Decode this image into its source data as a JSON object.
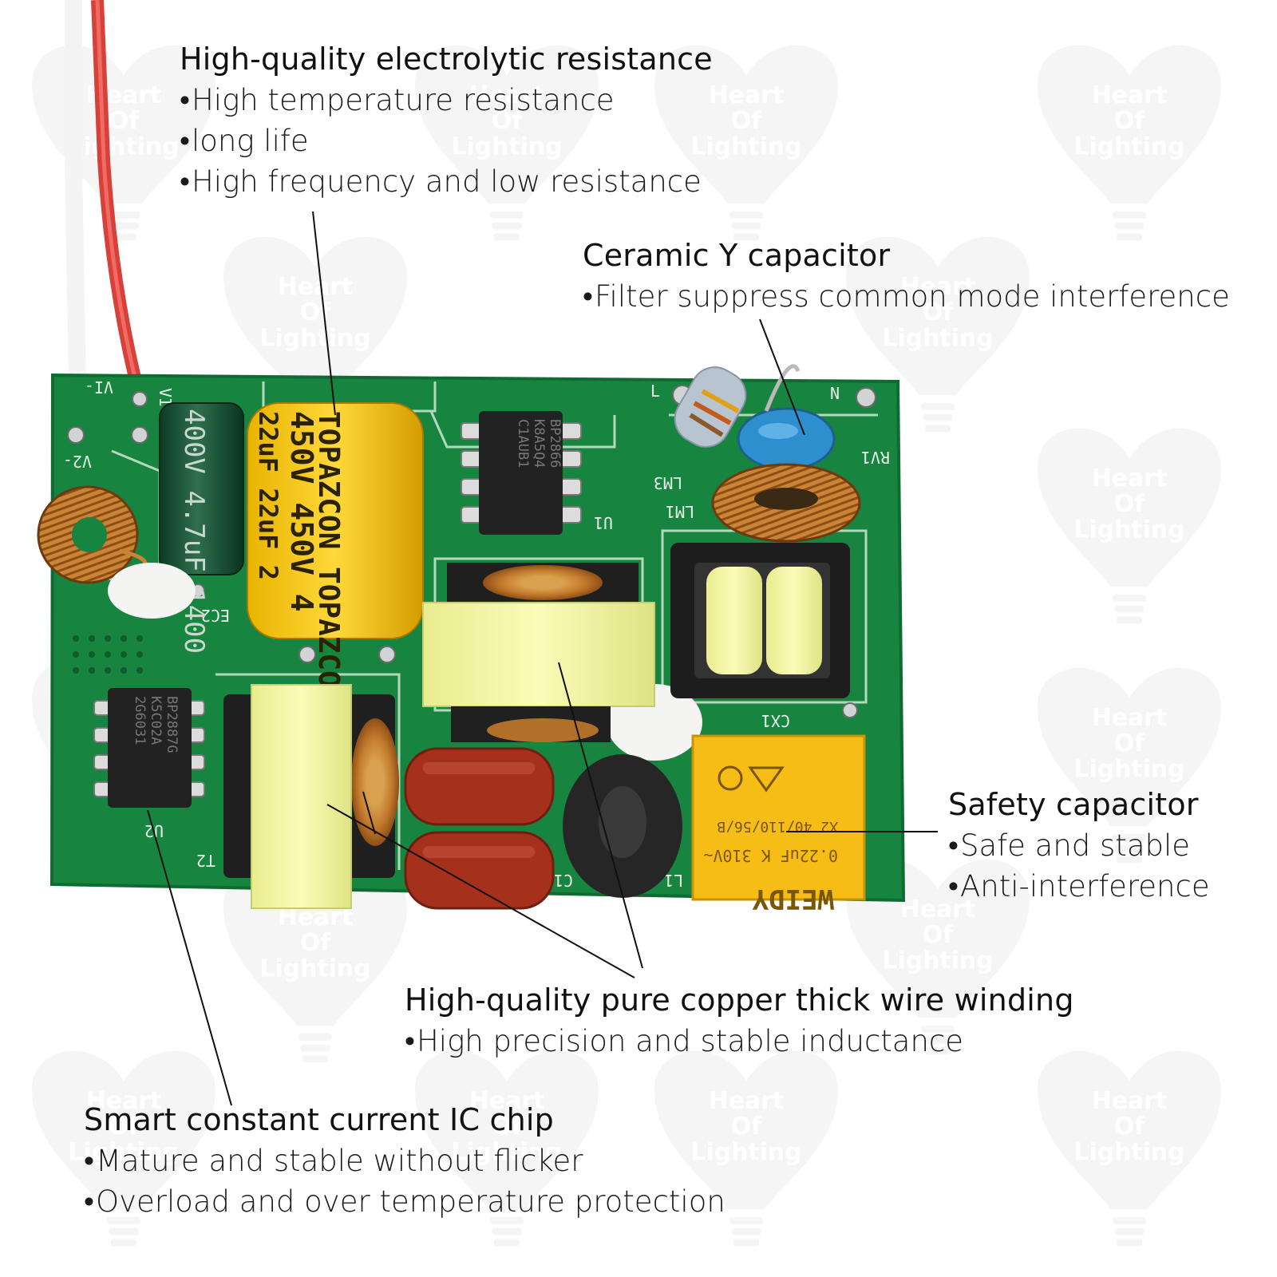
{
  "watermark": {
    "lines": [
      "Heart",
      "Of",
      "Lighting"
    ]
  },
  "callouts": {
    "electrolytic": {
      "title": "High-quality electrolytic resistance",
      "bullets": [
        "High temperature resistance",
        "long life",
        "High frequency and low resistance"
      ]
    },
    "ceramic_y": {
      "title": "Ceramic Y capacitor",
      "bullets": [
        "Filter suppress common mode interference"
      ]
    },
    "safety": {
      "title": "Safety capacitor",
      "bullets": [
        "Safe and stable",
        "Anti-interference"
      ]
    },
    "winding": {
      "title": "High-quality pure copper thick wire winding",
      "bullets": [
        "High precision and stable inductance"
      ]
    },
    "ic_chip": {
      "title": "Smart constant current IC chip",
      "bullets": [
        "Mature and stable without flicker",
        "Overload and over temperature protection"
      ]
    }
  },
  "board": {
    "labels": [
      "VI-",
      "V2-",
      "VI",
      "L",
      "N",
      "RV1",
      "LM3",
      "LM1",
      "U1",
      "U2",
      "T2",
      "EC2",
      "C1",
      "L1",
      "CX1"
    ],
    "ic1_text": [
      "BP2866",
      "K8A5Q4",
      "C1AUB1"
    ],
    "ic2_text": [
      "BP2887G",
      "K5C02A",
      "2G6031"
    ],
    "cap_small_text": "400V 4.7uF 1400",
    "cap_big_text": [
      "TOPAZCON TOPAZCON",
      "450V 450V 4",
      "22uF 22uF 2"
    ],
    "xcap_text": [
      "WEIDY",
      "0.22uF K 310V~",
      "X2 40/110/56/B"
    ]
  },
  "colors": {
    "pcb": "#17843f",
    "pcb_dark": "#0f6b32",
    "leader": "#111111"
  }
}
